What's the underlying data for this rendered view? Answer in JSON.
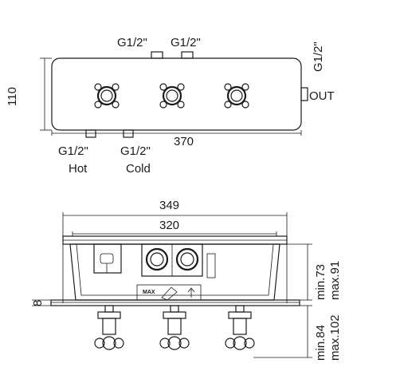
{
  "top_view": {
    "inlet_top_left": "G1/2\"",
    "inlet_top_right": "G1/2\"",
    "outlet_side": "G1/2\"",
    "outlet_label": "OUT",
    "height_dim": "110",
    "width_dim": "370",
    "hot_thread": "G1/2\"",
    "hot_label": "Hot",
    "cold_thread": "G1/2\"",
    "cold_label": "Cold"
  },
  "front_view": {
    "outer_width": "349",
    "inner_width": "320",
    "flange_dim": "8",
    "depth_min": "min.73",
    "depth_max": "max.91",
    "handle_min": "min.84",
    "handle_max": "max.102",
    "max_mark": "MAX"
  }
}
